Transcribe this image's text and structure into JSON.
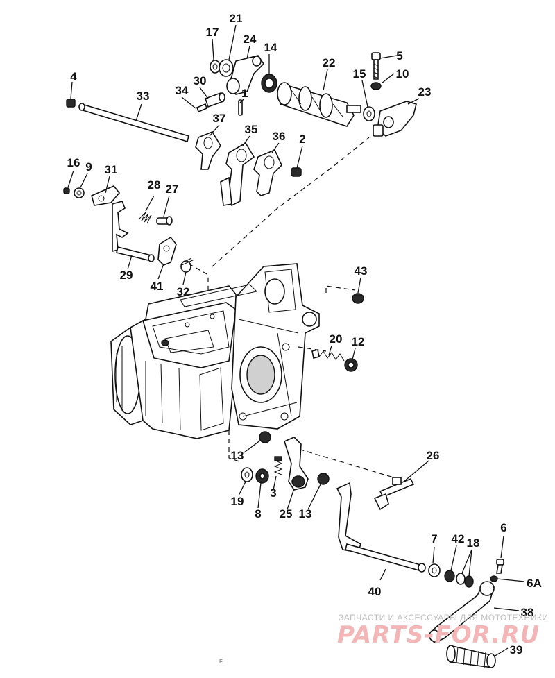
{
  "callouts": [
    {
      "id": "c1",
      "label": "1"
    },
    {
      "id": "c2",
      "label": "2"
    },
    {
      "id": "c3",
      "label": "3"
    },
    {
      "id": "c4",
      "label": "4"
    },
    {
      "id": "c5",
      "label": "5"
    },
    {
      "id": "c6",
      "label": "6"
    },
    {
      "id": "c6a",
      "label": "6A"
    },
    {
      "id": "c7",
      "label": "7"
    },
    {
      "id": "c8",
      "label": "8"
    },
    {
      "id": "c9",
      "label": "9"
    },
    {
      "id": "c10",
      "label": "10"
    },
    {
      "id": "c12",
      "label": "12"
    },
    {
      "id": "c13a",
      "label": "13"
    },
    {
      "id": "c13b",
      "label": "13"
    },
    {
      "id": "c14",
      "label": "14"
    },
    {
      "id": "c15",
      "label": "15"
    },
    {
      "id": "c16",
      "label": "16"
    },
    {
      "id": "c17",
      "label": "17"
    },
    {
      "id": "c18",
      "label": "18"
    },
    {
      "id": "c19",
      "label": "19"
    },
    {
      "id": "c20",
      "label": "20"
    },
    {
      "id": "c21",
      "label": "21"
    },
    {
      "id": "c22",
      "label": "22"
    },
    {
      "id": "c23",
      "label": "23"
    },
    {
      "id": "c24",
      "label": "24"
    },
    {
      "id": "c25",
      "label": "25"
    },
    {
      "id": "c26",
      "label": "26"
    },
    {
      "id": "c27",
      "label": "27"
    },
    {
      "id": "c28",
      "label": "28"
    },
    {
      "id": "c29",
      "label": "29"
    },
    {
      "id": "c30",
      "label": "30"
    },
    {
      "id": "c31",
      "label": "31"
    },
    {
      "id": "c32",
      "label": "32"
    },
    {
      "id": "c33",
      "label": "33"
    },
    {
      "id": "c34",
      "label": "34"
    },
    {
      "id": "c35",
      "label": "35"
    },
    {
      "id": "c36",
      "label": "36"
    },
    {
      "id": "c37",
      "label": "37"
    },
    {
      "id": "c38",
      "label": "38"
    },
    {
      "id": "c39",
      "label": "39"
    },
    {
      "id": "c40",
      "label": "40"
    },
    {
      "id": "c41",
      "label": "41"
    },
    {
      "id": "c42",
      "label": "42"
    },
    {
      "id": "c43",
      "label": "43"
    }
  ],
  "watermark": {
    "tagline": "ЗАПЧАСТИ И АКСЕССУАРЫ ДЛЯ МОТОТЕХНИКИ",
    "logo": "PARTS-FOR.RU"
  },
  "footer_mark": "F"
}
